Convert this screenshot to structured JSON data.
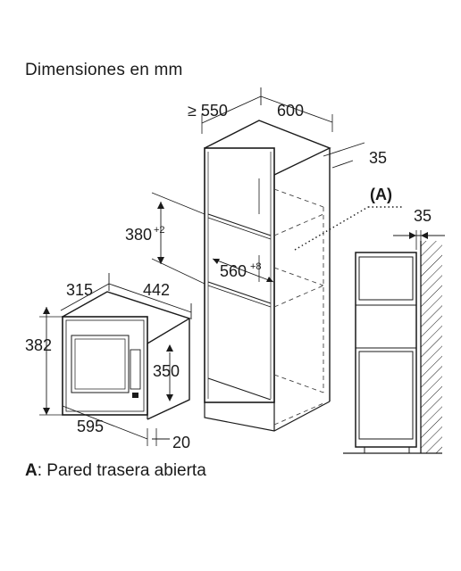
{
  "title": "Dimensiones en mm",
  "caption": {
    "letter": "A",
    "text": ": Pared trasera abierta"
  },
  "dimensions": {
    "cabinet_depth": "≥ 550",
    "cabinet_width": "600",
    "side_gap": "35",
    "niche_height": "380",
    "niche_height_tol": "+2",
    "niche_width": "560",
    "niche_width_tol": "+8",
    "wall_gap": "35",
    "label_a": "(A)",
    "appliance_depth": "315",
    "appliance_width_body": "442",
    "appliance_height": "382",
    "appliance_body_height": "350",
    "appliance_width": "595",
    "frame_thickness": "20"
  }
}
